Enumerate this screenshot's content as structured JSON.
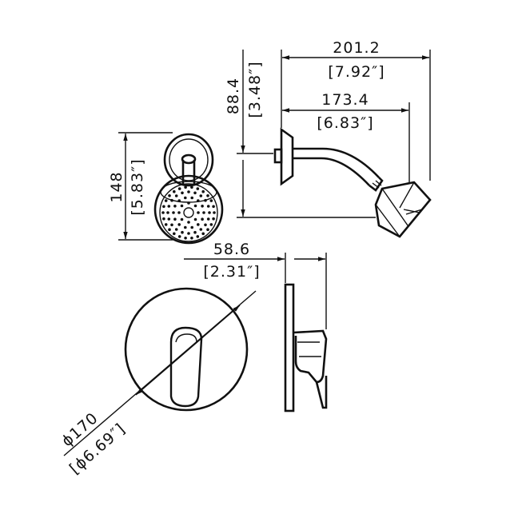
{
  "dimensions": {
    "overall_reach_mm": "201.2",
    "overall_reach_in": "[7.92″]",
    "arm_reach_mm": "173.4",
    "arm_reach_in": "[6.83″]",
    "drop_height_mm": "88.4",
    "drop_height_in": "[3.48″]",
    "head_height_mm": "148",
    "head_height_in": "[5.83″]",
    "valve_depth_mm": "58.6",
    "valve_depth_in": "[2.31″]",
    "plate_diameter_mm": "ϕ170",
    "plate_diameter_in": "[ϕ6.69″]"
  }
}
